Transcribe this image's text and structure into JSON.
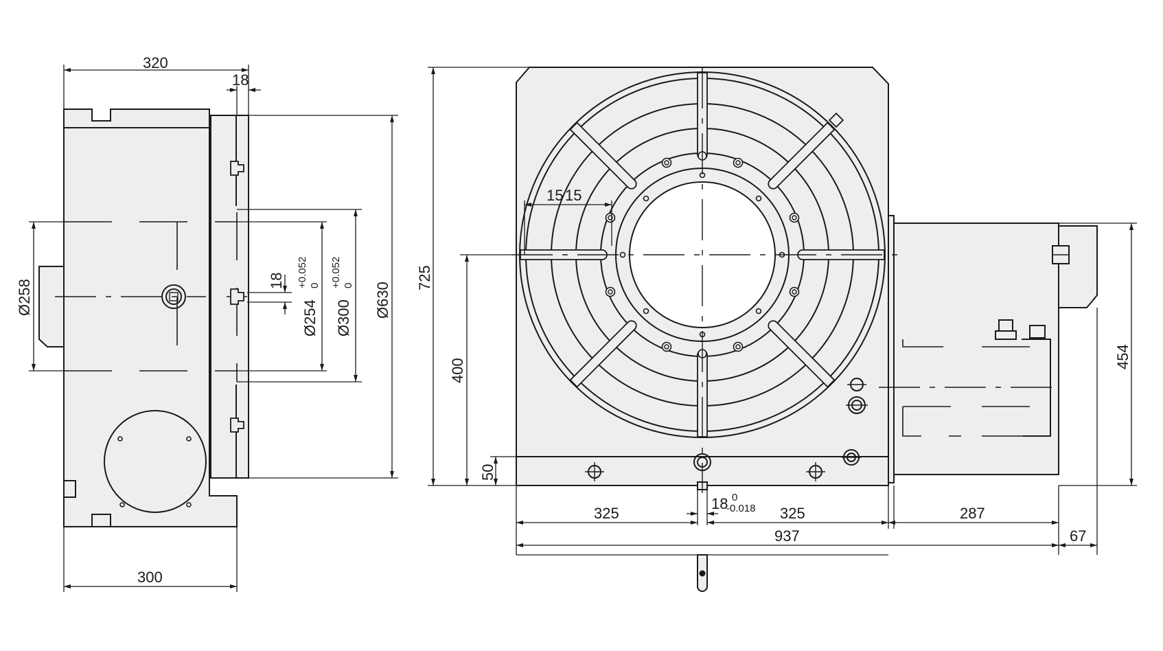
{
  "dimensions": {
    "side_width_top": "320",
    "side_flange": "18",
    "side_width_bottom": "300",
    "dia_258": "Ø258",
    "dia_254": "Ø254",
    "dia_300": "Ø300",
    "dia_630": "Ø630",
    "slot_18_side": "18",
    "tol_plus_a": "+0.052",
    "tol_zero_a": "0",
    "tol_plus_b": "+0.052",
    "tol_zero_b": "0",
    "height_725": "725",
    "height_400": "400",
    "height_50": "50",
    "height_454": "454",
    "slot_15": "15",
    "slot_15b": "15",
    "key_18": "18",
    "key_tol_upper": "0",
    "key_tol_lower": "-0.018",
    "width_325_left": "325",
    "width_325_right": "325",
    "width_287": "287",
    "width_937": "937",
    "width_67": "67"
  },
  "colors": {
    "line": "#1a1a1a",
    "fill": "#eeeeee",
    "background": "#ffffff"
  }
}
